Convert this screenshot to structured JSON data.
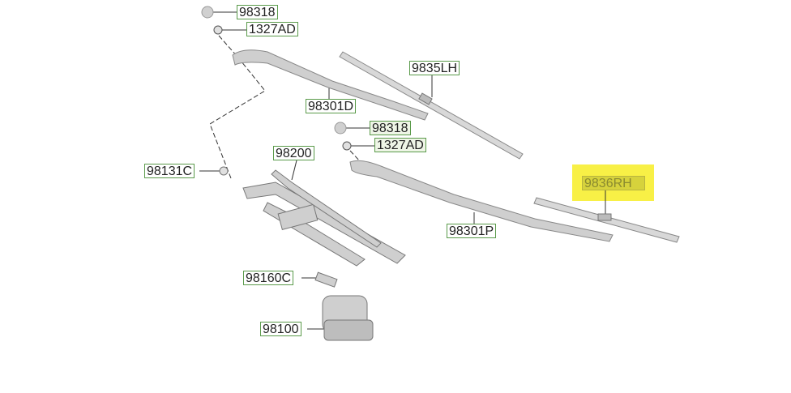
{
  "parts": [
    {
      "id": "p1",
      "label": "98318"
    },
    {
      "id": "p2",
      "label": "1327AD"
    },
    {
      "id": "p3",
      "label": "9835LH"
    },
    {
      "id": "p4",
      "label": "98301D"
    },
    {
      "id": "p5",
      "label": "98318"
    },
    {
      "id": "p6",
      "label": "1327AD"
    },
    {
      "id": "p7",
      "label": "98200"
    },
    {
      "id": "p8",
      "label": "98131C"
    },
    {
      "id": "p9",
      "label": "9836RH"
    },
    {
      "id": "p10",
      "label": "98301P"
    },
    {
      "id": "p11",
      "label": "98160C"
    },
    {
      "id": "p12",
      "label": "98100"
    }
  ],
  "selected_part": "9836RH",
  "colors": {
    "highlight": "#f8f046",
    "label_border": "#5a9a4a"
  }
}
